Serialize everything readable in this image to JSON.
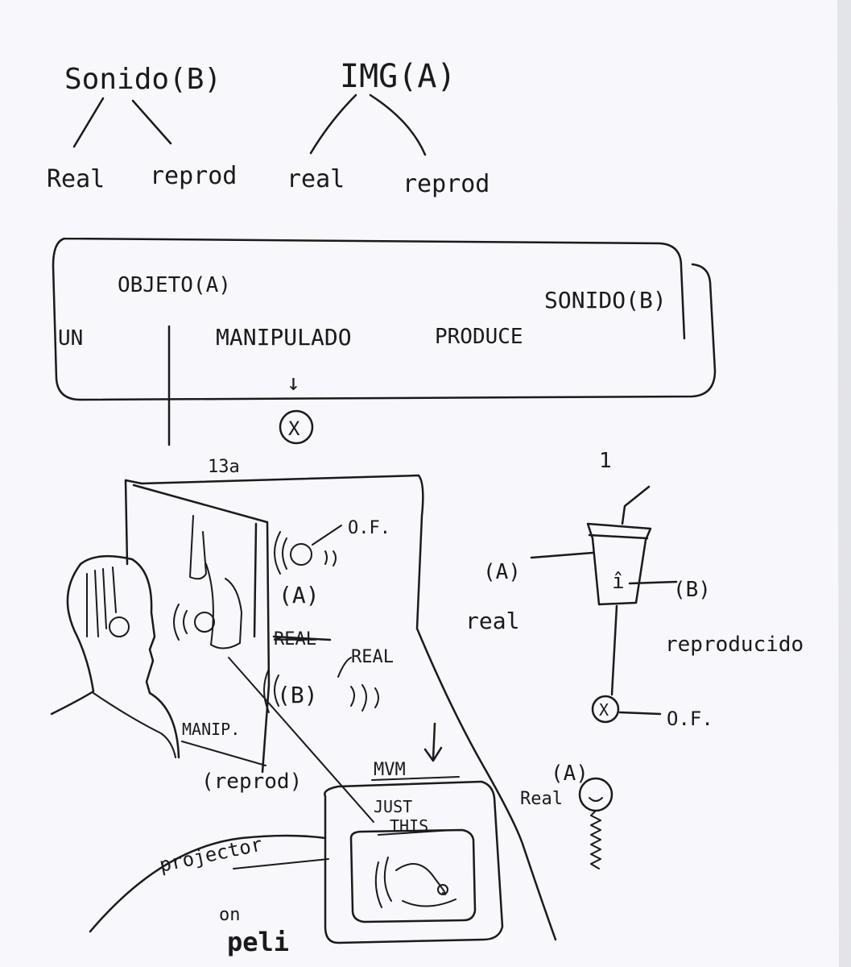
{
  "tree_sound": {
    "root": "Sonido(B)",
    "left": "Real",
    "right": "reprod"
  },
  "tree_image": {
    "root": "IMG(A)",
    "left": "real",
    "right": "reprod"
  },
  "sentence": {
    "word_un": "UN",
    "word_object": "OBJETO(A)",
    "word_manipulated": "MANIPULADO",
    "word_produces": "PRODUCE",
    "word_sound": "SONIDO(B)",
    "arrow": "↓",
    "cross": "X"
  },
  "page_note": "13a",
  "right_diagram": {
    "number": "1",
    "label_a": "(A)",
    "label_real": "real",
    "label_b": "(B)",
    "label_reproduced": "reproducido",
    "label_x": "X",
    "label_of": "O.F."
  },
  "scene": {
    "label_of": "O.F.",
    "label_a": "(A)",
    "label_real_struck": "REAL",
    "label_real": "REAL",
    "label_b": "(B)",
    "label_manip": "MANIP.",
    "label_reprod": "(reprod)",
    "label_mvm": "MVM",
    "label_just": "JUST",
    "label_this": "THIS",
    "label_projector": "projector",
    "label_on": "on",
    "label_peli": "peli"
  },
  "corner_sketch": {
    "label_a": "(A)",
    "label_real": "Real"
  },
  "colors": {
    "paper": "#f7f7fc",
    "ink": "#1a1a1a"
  }
}
